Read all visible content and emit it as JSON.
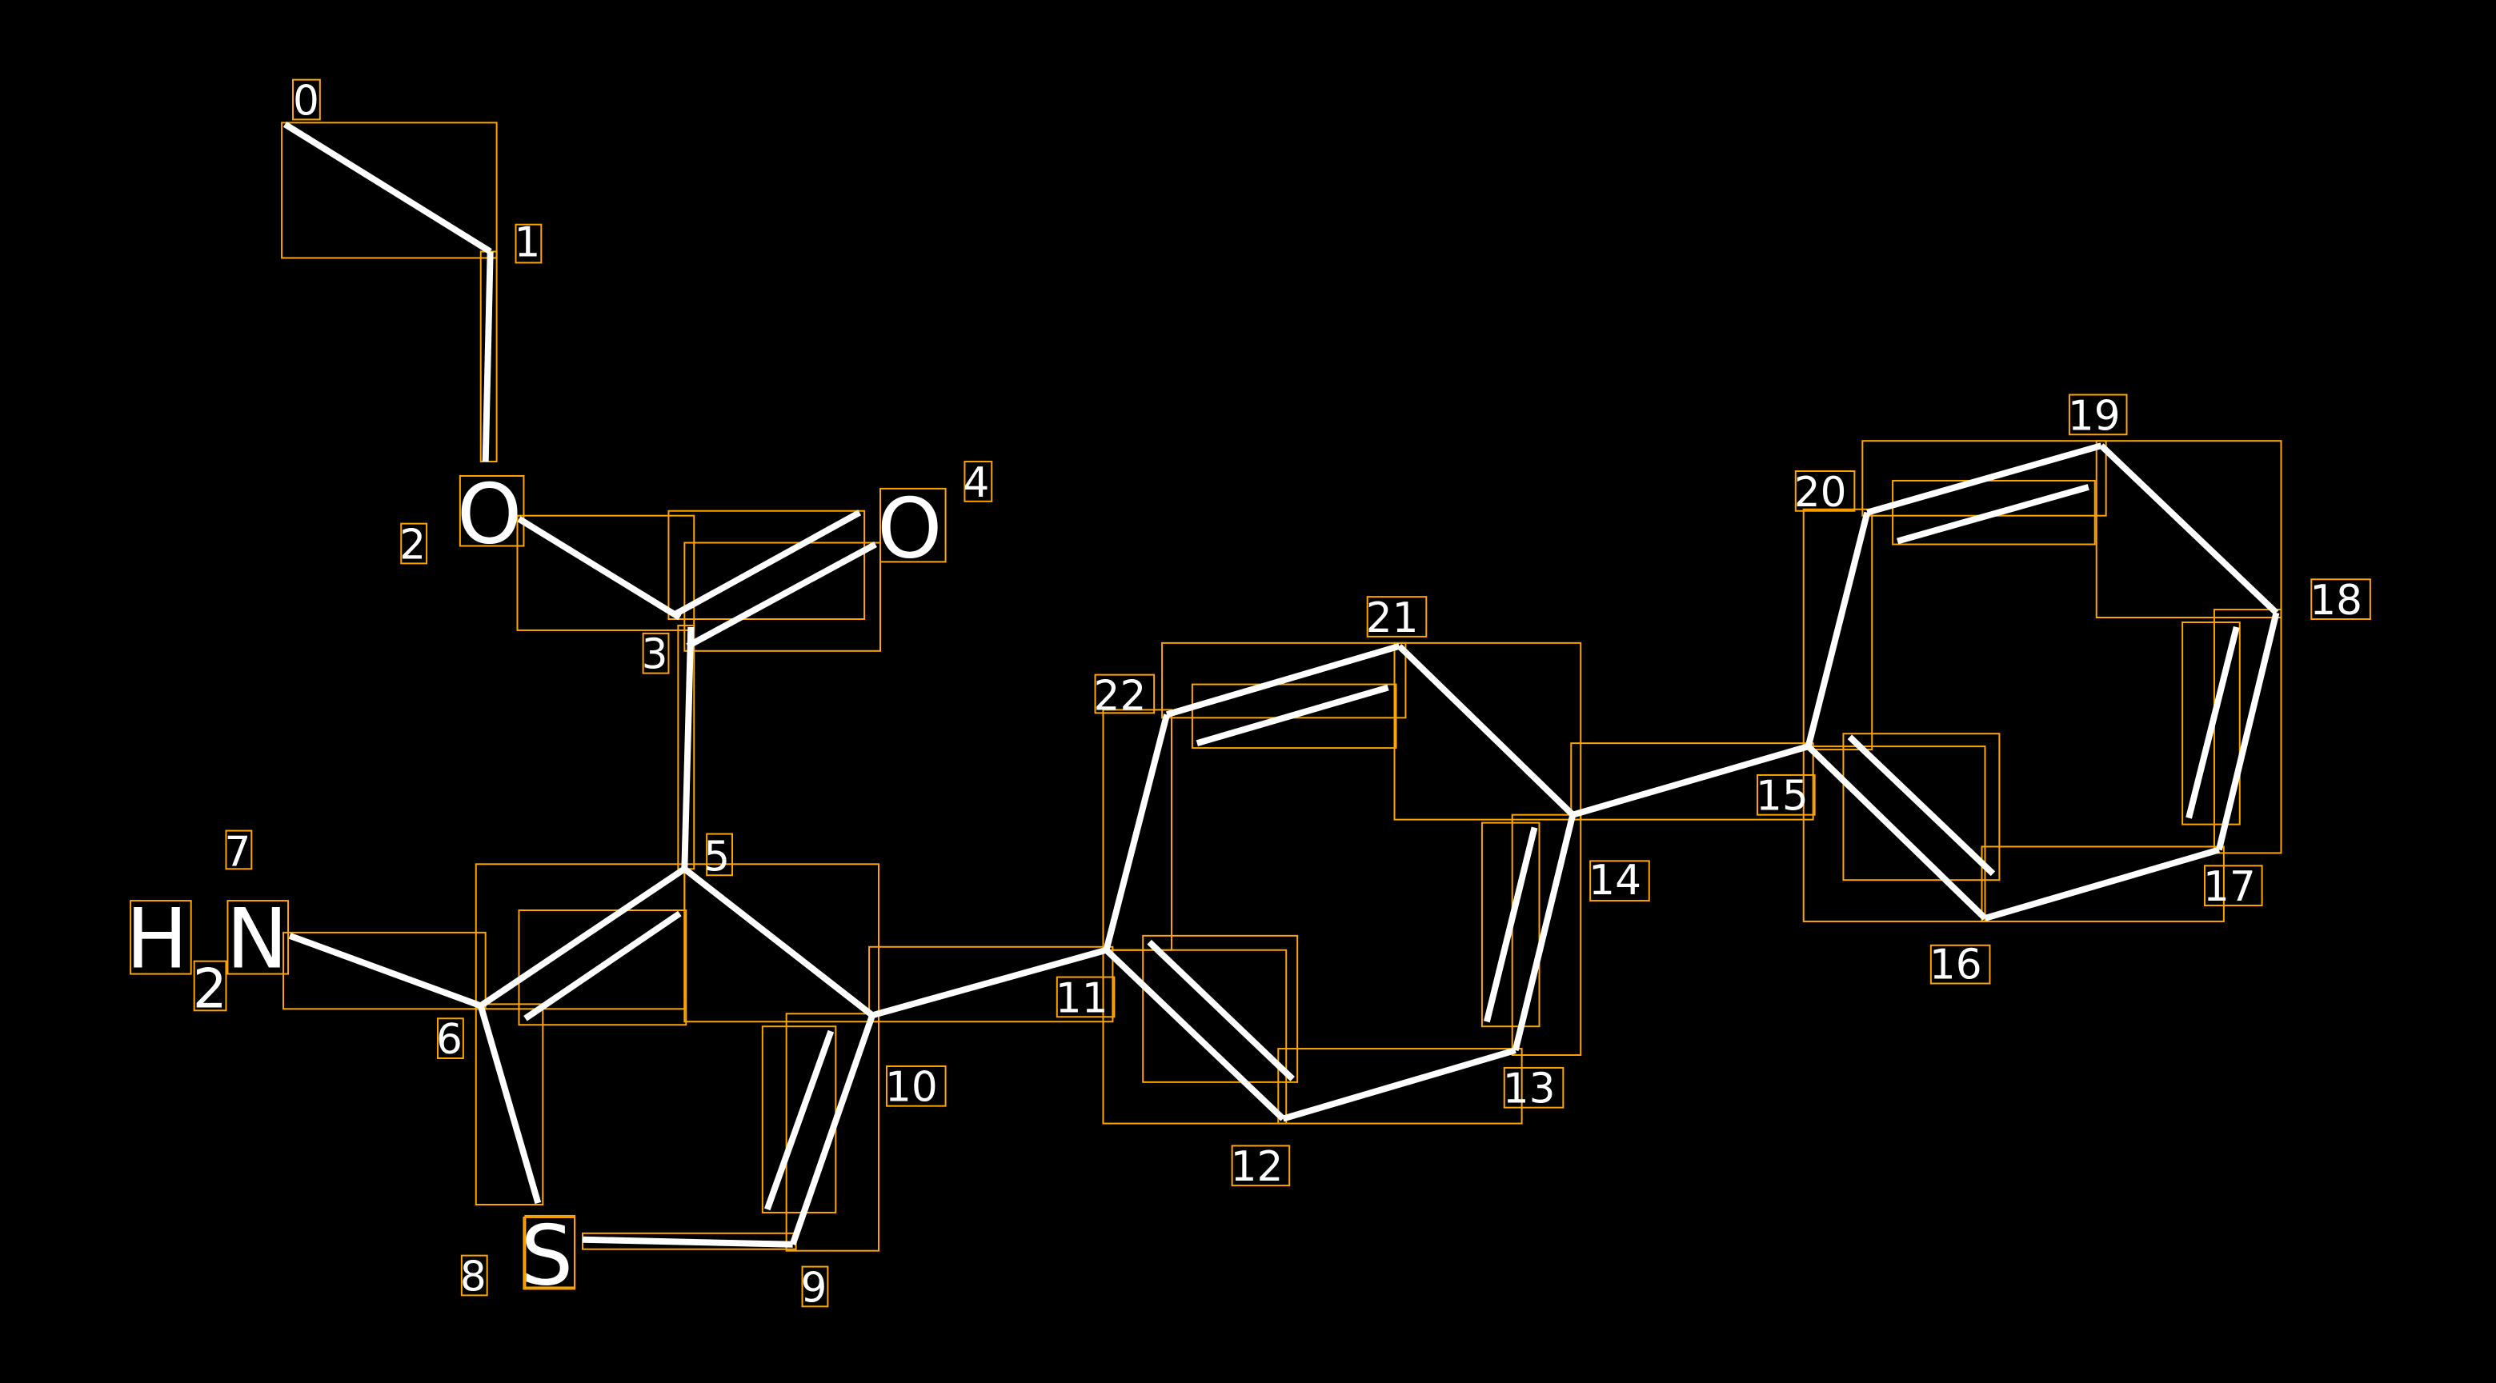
{
  "diagram": {
    "type": "molecule",
    "colors": {
      "background": "#000000",
      "bond": "#FFFFFF",
      "box": "#FFA500"
    },
    "atom_labels": {
      "O2": "O",
      "O4": "O",
      "N7": "N",
      "H7": "H",
      "H7_count": "2",
      "S8": "S"
    },
    "indices": [
      "0",
      "1",
      "2",
      "3",
      "4",
      "5",
      "6",
      "7",
      "8",
      "9",
      "10",
      "11",
      "12",
      "13",
      "14",
      "15",
      "16",
      "17",
      "18",
      "19",
      "20",
      "21",
      "22"
    ]
  }
}
